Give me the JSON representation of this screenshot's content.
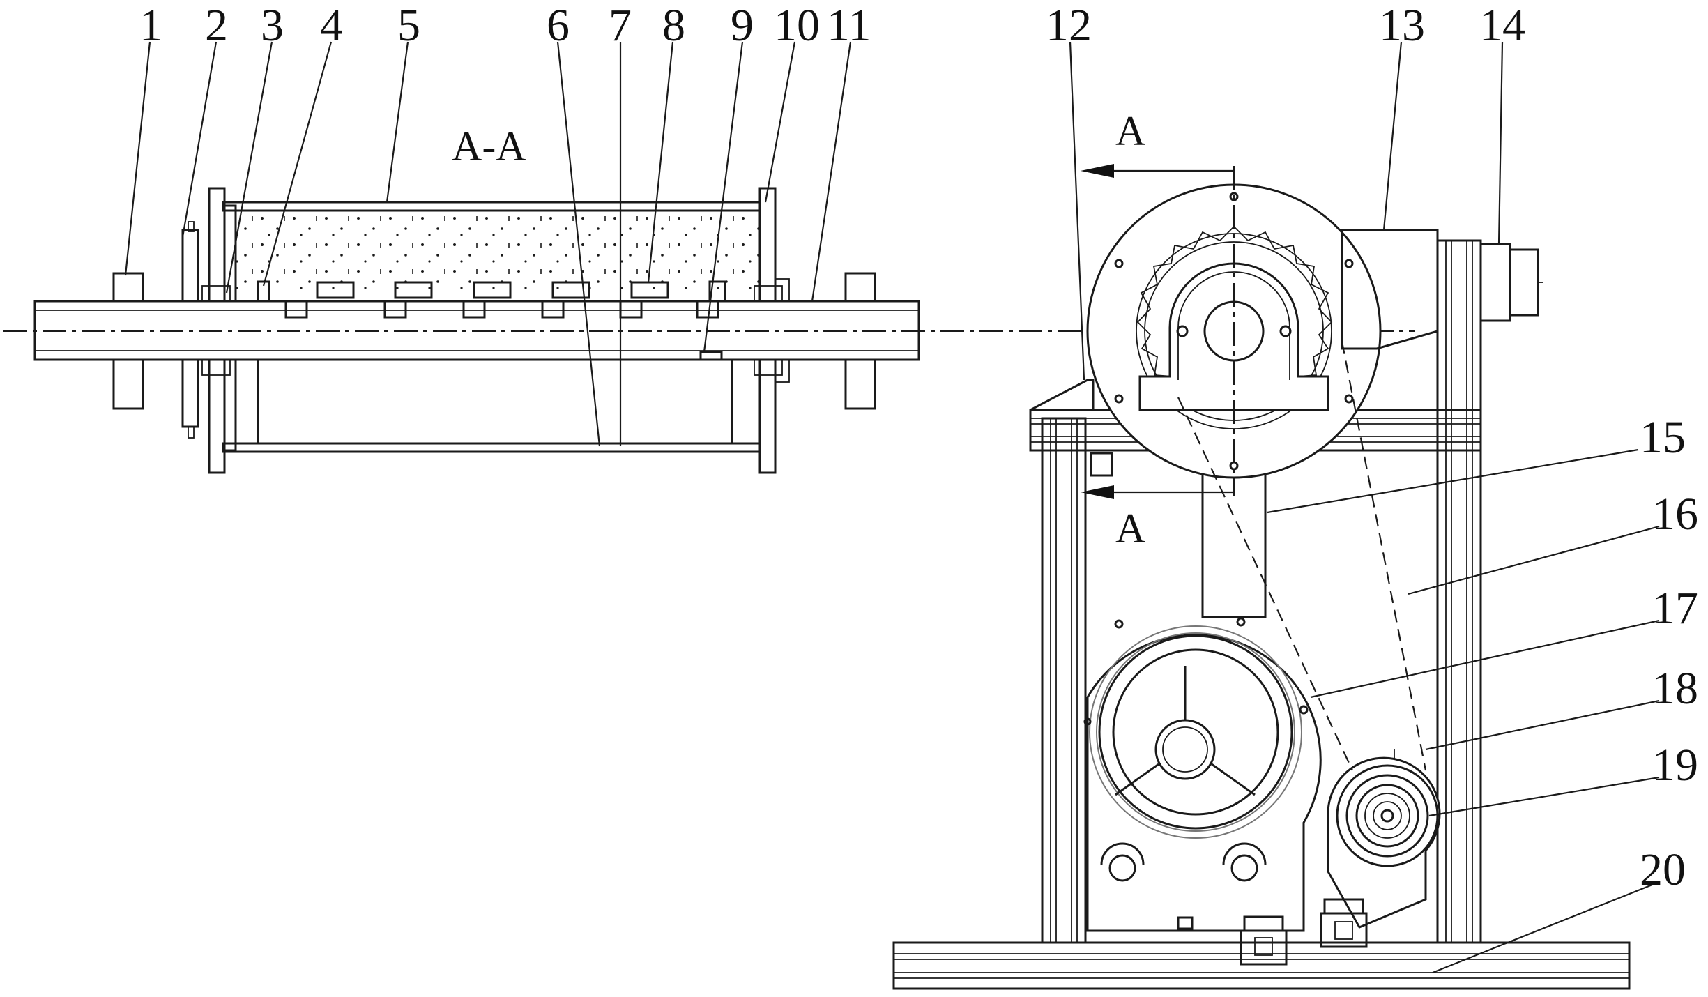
{
  "section_view_label": "A-A",
  "section_marks": [
    "A",
    "A"
  ],
  "part_numbers": [
    "1",
    "2",
    "3",
    "4",
    "5",
    "6",
    "7",
    "8",
    "9",
    "10",
    "11",
    "12",
    "13",
    "14",
    "15",
    "16",
    "17",
    "18",
    "19",
    "20"
  ]
}
